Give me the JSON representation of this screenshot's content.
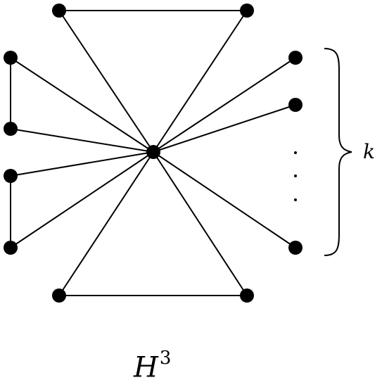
{
  "diagram": {
    "caption_base": "H",
    "caption_superscript": "3",
    "brace_label": "k",
    "ellipsis_dots": 3,
    "nodes": [
      {
        "id": "center"
      },
      {
        "id": "top-left"
      },
      {
        "id": "top-right"
      },
      {
        "id": "bottom-left"
      },
      {
        "id": "bottom-right"
      },
      {
        "id": "left-1"
      },
      {
        "id": "left-2"
      },
      {
        "id": "left-3"
      },
      {
        "id": "left-4"
      },
      {
        "id": "right-1"
      },
      {
        "id": "right-2"
      },
      {
        "id": "right-k"
      }
    ],
    "edges": [
      [
        "top-left",
        "top-right"
      ],
      [
        "top-left",
        "center"
      ],
      [
        "top-right",
        "center"
      ],
      [
        "bottom-left",
        "bottom-right"
      ],
      [
        "bottom-left",
        "center"
      ],
      [
        "bottom-right",
        "center"
      ],
      [
        "left-1",
        "left-2"
      ],
      [
        "left-1",
        "center"
      ],
      [
        "left-2",
        "center"
      ],
      [
        "left-3",
        "left-4"
      ],
      [
        "left-3",
        "center"
      ],
      [
        "left-4",
        "center"
      ],
      [
        "right-1",
        "center"
      ],
      [
        "right-2",
        "center"
      ],
      [
        "right-k",
        "center"
      ]
    ]
  }
}
